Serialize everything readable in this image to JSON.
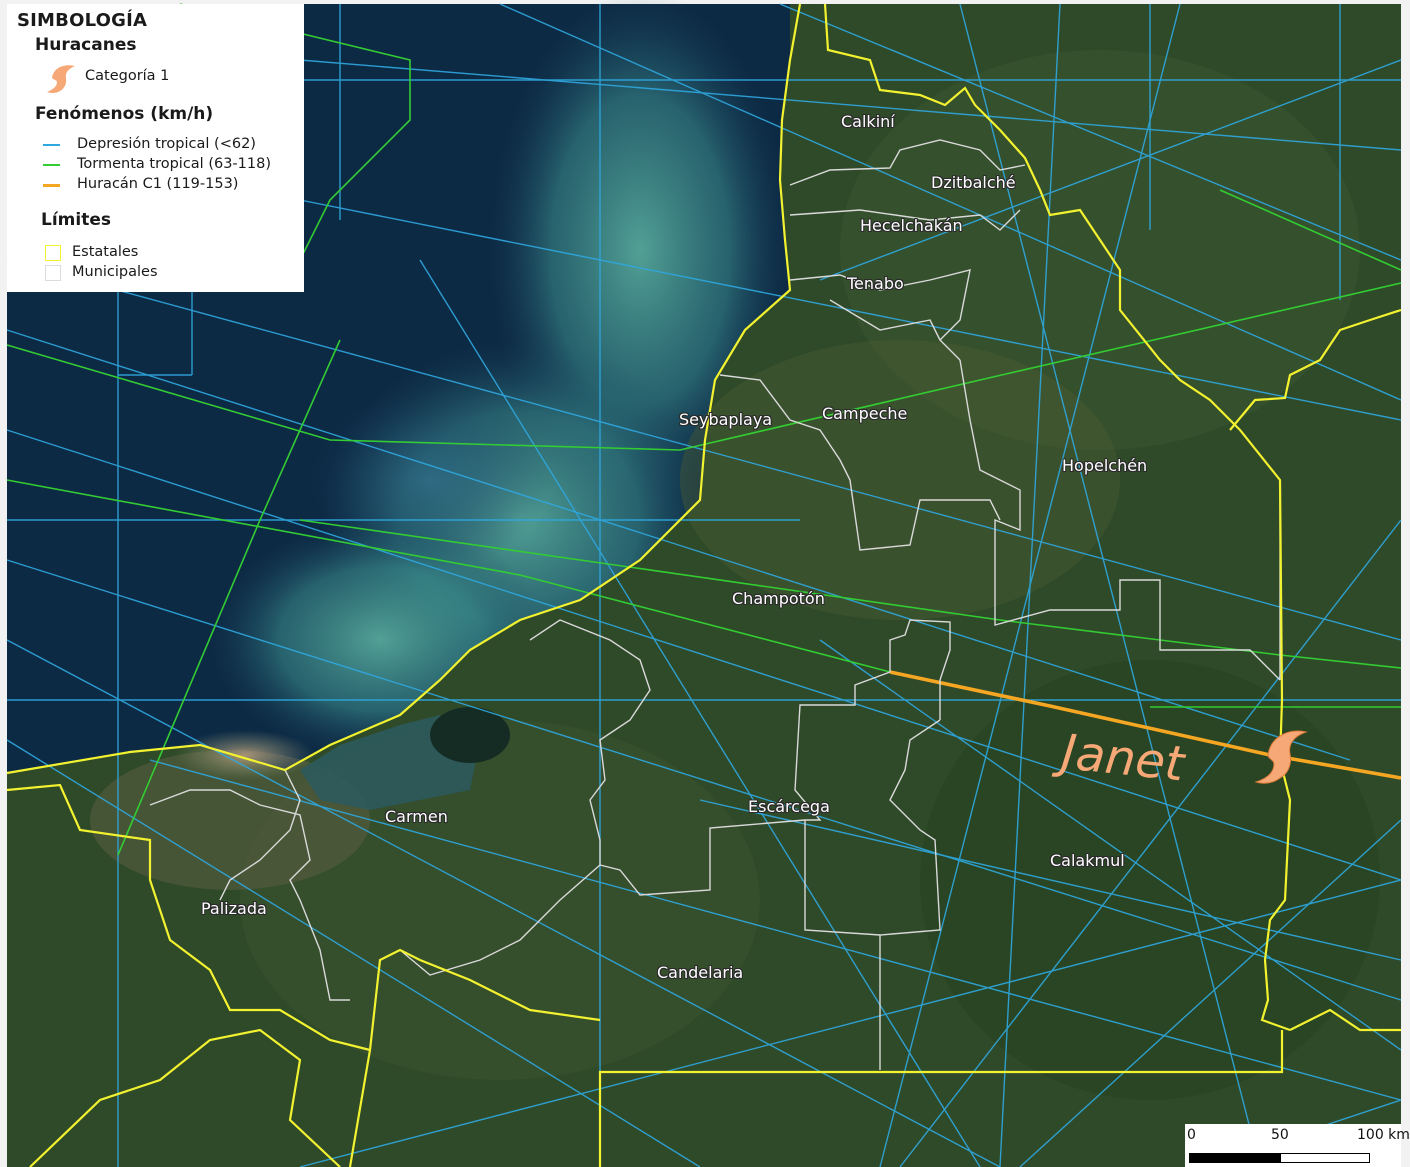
{
  "legend": {
    "title": "SIMBOLOGÍA",
    "hurricanes_heading": "Huracanes",
    "hurricane_item": "Categoría 1",
    "phenomena_heading": "Fenómenos (km/h)",
    "phenomena": [
      {
        "label": "Depresión tropical (<62)",
        "color": "#2fa8e0"
      },
      {
        "label": "Tormenta tropical (63-118)",
        "color": "#33cc33"
      },
      {
        "label": "Huracán C1 (119-153)",
        "color": "#f5a623"
      }
    ],
    "limits_heading": "Límites",
    "limits": [
      {
        "label": "Estatales",
        "color": "#f2f230"
      },
      {
        "label": "Municipales",
        "color": "#e6e6e6"
      }
    ]
  },
  "municipalities": {
    "calkini": "Calkiní",
    "dzitbalche": "Dzitbalché",
    "hecelchakan": "Hecelchakán",
    "tenabo": "Tenabo",
    "seybaplaya": "Seybaplaya",
    "campeche": "Campeche",
    "hopelchen": "Hopelchén",
    "champoton": "Champotón",
    "escarcega": "Escárcega",
    "carmen": "Carmen",
    "calakmul": "Calakmul",
    "palizada": "Palizada",
    "candelaria": "Candelaria"
  },
  "storm": {
    "name": "Janet",
    "category": "Categoría 1"
  },
  "scale": {
    "ticks": [
      "0",
      "50",
      "100 km"
    ]
  },
  "colors": {
    "sea": "#0d2a45",
    "land": "#2f4a28",
    "state_border": "#f2f230",
    "municipal_border": "#d9d9d9",
    "depression": "#2fa8e0",
    "storm": "#33cc33",
    "hurricane": "#f5a623",
    "hurricane_icon": "#f7a877"
  }
}
